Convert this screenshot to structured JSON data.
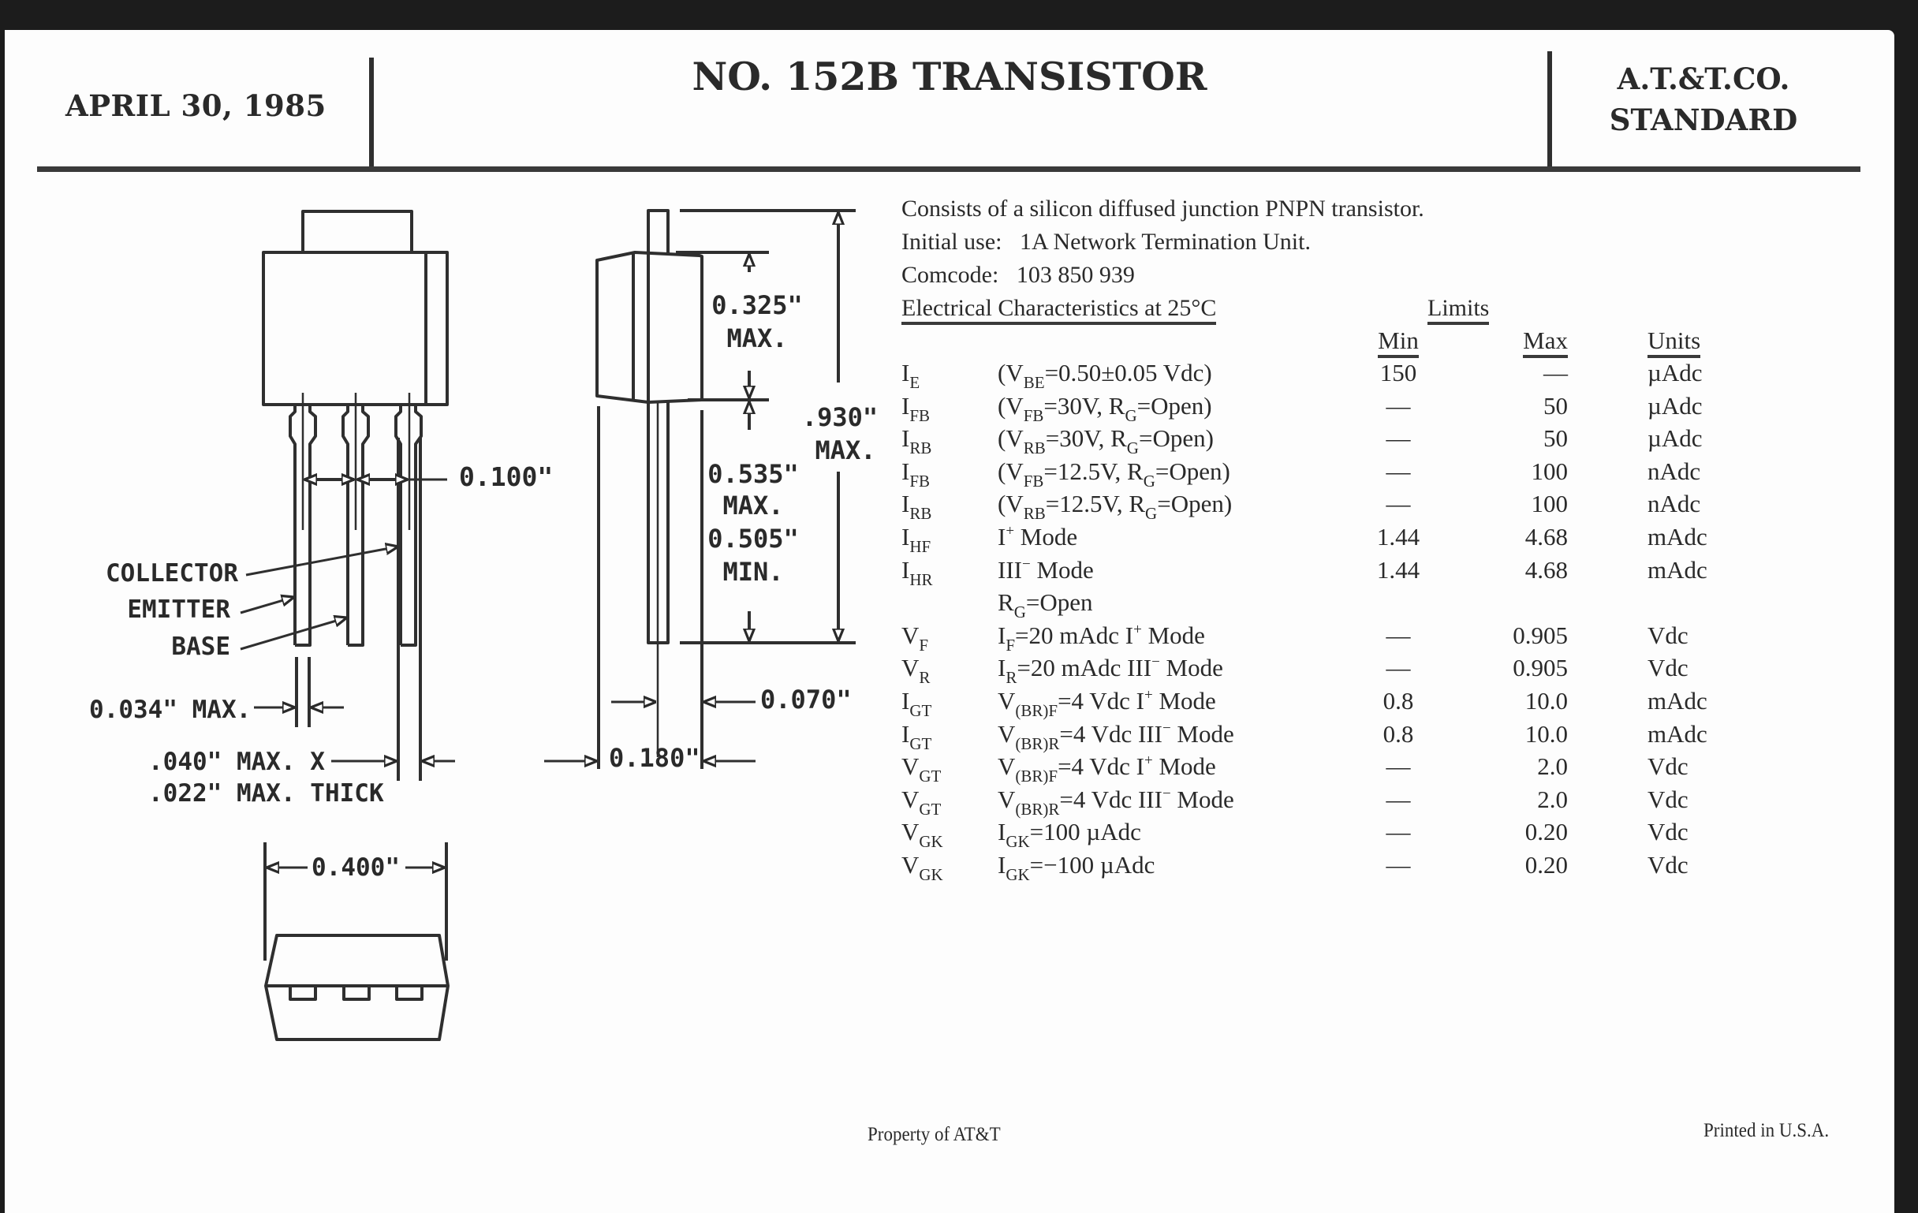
{
  "header": {
    "date": "APRIL 30, 1985",
    "title": "NO. 152B TRANSISTOR",
    "standard_line1": "A.T.&T.CO.",
    "standard_line2": "STANDARD"
  },
  "description": {
    "line1": "Consists of a silicon diffused junction PNPN transistor.",
    "initial_use_label": "Initial use:",
    "initial_use_value": "1A Network Termination Unit.",
    "comcode_label": "Comcode:",
    "comcode_value": "103 850 939"
  },
  "table": {
    "title": "Electrical Characteristics at 25°C",
    "limits_label": "Limits",
    "col_min": "Min",
    "col_max": "Max",
    "col_units": "Units",
    "rows": [
      {
        "sym": "I",
        "sym_sub": "E",
        "cond_html": "(V<sub>BE</sub>=0.50±0.05 Vdc)",
        "min": "150",
        "max": "—",
        "units": "µAdc"
      },
      {
        "sym": "I",
        "sym_sub": "FB",
        "cond_html": "(V<sub>FB</sub>=30V, R<sub>G</sub>=Open)",
        "min": "—",
        "max": "50",
        "units": "µAdc"
      },
      {
        "sym": "I",
        "sym_sub": "RB",
        "cond_html": "(V<sub>RB</sub>=30V, R<sub>G</sub>=Open)",
        "min": "—",
        "max": "50",
        "units": "µAdc"
      },
      {
        "sym": "I",
        "sym_sub": "FB",
        "cond_html": "(V<sub>FB</sub>=12.5V, R<sub>G</sub>=Open)",
        "min": "—",
        "max": "100",
        "units": "nAdc"
      },
      {
        "sym": "I",
        "sym_sub": "RB",
        "cond_html": "(V<sub>RB</sub>=12.5V, R<sub>G</sub>=Open)",
        "min": "—",
        "max": "100",
        "units": "nAdc"
      },
      {
        "sym": "I",
        "sym_sub": "HF",
        "cond_html": "I<sup>+</sup> Mode",
        "min": "1.44",
        "max": "4.68",
        "units": "mAdc"
      },
      {
        "sym": "I",
        "sym_sub": "HR",
        "cond_html": "III<sup>−</sup> Mode",
        "min": "1.44",
        "max": "4.68",
        "units": "mAdc"
      },
      {
        "sym": "",
        "sym_sub": "",
        "cond_html": "R<sub>G</sub>=Open",
        "min": "",
        "max": "",
        "units": ""
      },
      {
        "sym": "V",
        "sym_sub": "F",
        "cond_html": "I<sub>F</sub>=20 mAdc I<sup>+</sup> Mode",
        "min": "—",
        "max": "0.905",
        "units": "Vdc"
      },
      {
        "sym": "V",
        "sym_sub": "R",
        "cond_html": "I<sub>R</sub>=20 mAdc III<sup>−</sup> Mode",
        "min": "—",
        "max": "0.905",
        "units": "Vdc"
      },
      {
        "sym": "I",
        "sym_sub": "GT",
        "cond_html": "V<sub>(BR)F</sub>=4 Vdc I<sup>+</sup> Mode",
        "min": "0.8",
        "max": "10.0",
        "units": "mAdc"
      },
      {
        "sym": "I",
        "sym_sub": "GT",
        "cond_html": "V<sub>(BR)R</sub>=4 Vdc III<sup>−</sup> Mode",
        "min": "0.8",
        "max": "10.0",
        "units": "mAdc"
      },
      {
        "sym": "V",
        "sym_sub": "GT",
        "cond_html": "V<sub>(BR)F</sub>=4 Vdc I<sup>+</sup> Mode",
        "min": "—",
        "max": "2.0",
        "units": "Vdc"
      },
      {
        "sym": "V",
        "sym_sub": "GT",
        "cond_html": "V<sub>(BR)R</sub>=4 Vdc III<sup>−</sup> Mode",
        "min": "—",
        "max": "2.0",
        "units": "Vdc"
      },
      {
        "sym": "V",
        "sym_sub": "GK",
        "cond_html": "I<sub>GK</sub>=100 µAdc",
        "min": "—",
        "max": "0.20",
        "units": "Vdc"
      },
      {
        "sym": "V",
        "sym_sub": "GK",
        "cond_html": "I<sub>GK</sub>=−100 µAdc",
        "min": "—",
        "max": "0.20",
        "units": "Vdc"
      }
    ]
  },
  "drawing": {
    "lead_spacing": "0.100\"",
    "label_collector": "COLLECTOR",
    "label_emitter": "EMITTER",
    "label_base": "BASE",
    "lead_width": "0.034\" MAX.",
    "collector_lead_line1": ".040\" MAX. X",
    "collector_lead_line2": ".022\" MAX. THICK",
    "body_width": "0.400\"",
    "body_height_line1": "0.325\"",
    "body_height_line2": "MAX.",
    "lead_length_line1": "0.535\"",
    "lead_length_line2": "MAX.",
    "lead_length_line3": "0.505\"",
    "lead_length_line4": "MIN.",
    "overall_height_line1": ".930\"",
    "overall_height_line2": "MAX.",
    "tab_offset": "0.070\"",
    "body_depth": "0.180\""
  },
  "footer": {
    "property": "Property of AT&T",
    "printed": "Printed in U.S.A."
  }
}
